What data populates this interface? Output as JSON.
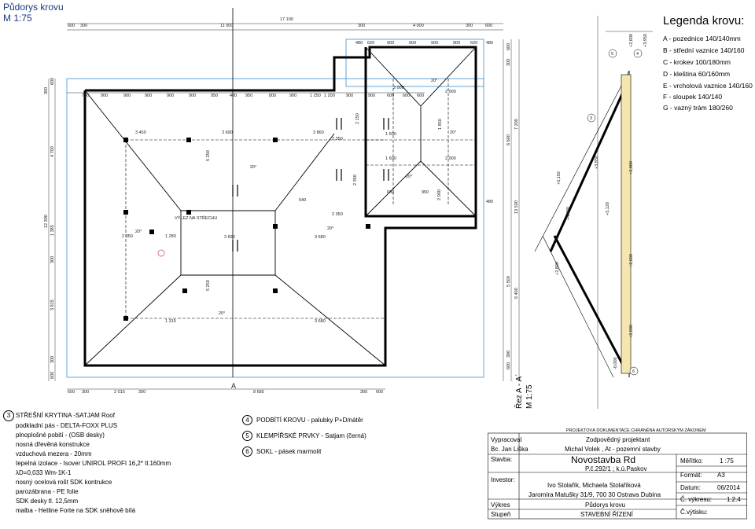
{
  "title": {
    "line1": "Půdorys krovu",
    "line2": "M 1:75"
  },
  "legend": {
    "heading": "Legenda krovu:",
    "items": [
      "A - pozednice 140/140mm",
      "B -  střední vaznice 140/160",
      "C - krokev 100/180mm",
      "D - kleština 60/160mm",
      "E - vrcholová vaznice 140/160",
      "F - sloupek 140/140",
      "G - vazný trám 180/260"
    ]
  },
  "plan": {
    "top_dims": [
      "600",
      "300",
      "11 000",
      "17 100",
      "300",
      "4 000",
      "300",
      "600"
    ],
    "top_dims2": [
      "480",
      "620",
      "900",
      "900",
      "900",
      "900",
      "620",
      "480"
    ],
    "row_dims": [
      "750",
      "900",
      "900",
      "900",
      "900",
      "900",
      "950",
      "400",
      "950",
      "800",
      "900",
      "1 250",
      "1 200",
      "900",
      "900",
      "600",
      "600",
      "600"
    ],
    "bottom_dims": [
      "600",
      "300",
      "2 015",
      "300",
      "8 685",
      "300",
      "600"
    ],
    "left_dims": [
      "300",
      "600",
      "4 700",
      "12 300",
      "1 385",
      "300",
      "3 815",
      "300",
      "600"
    ],
    "right_dims": [
      "600",
      "300",
      "7 200",
      "6 600",
      "13 500",
      "5 500",
      "6 400",
      "600",
      "300"
    ],
    "inner_dims": [
      "3 450",
      "3 690",
      "3 860",
      "2 350",
      "2 350",
      "5 250",
      "3 690",
      "3 680",
      "2 350",
      "1 280",
      "2 350",
      "5 250",
      "1 315",
      "3 680",
      "2 000",
      "2 000",
      "1 600",
      "1 600",
      "2 000",
      "2 000",
      "2 150",
      "1 850",
      "540",
      "480",
      "600",
      "950"
    ],
    "angles": [
      "20°",
      "20°",
      "20°",
      "20°",
      "20°",
      "20°",
      "20°"
    ],
    "exit_label": "VÝLEZ NA STŘECHU",
    "section_marker": "A"
  },
  "section": {
    "label": "Řez A - A´",
    "scale": "M 1:75",
    "levels": [
      "+2,600",
      "+3,950",
      "+5,102",
      "+4,680",
      "+5,120",
      "+2,800",
      "+2,600",
      "+2,800",
      "-0,000",
      "+3,850",
      "+2,800"
    ],
    "numbers": [
      "3",
      "4",
      "5",
      "6"
    ]
  },
  "specs": {
    "layer3": [
      "STŘEŠNÍ KRYTINA -SATJAM Roof",
      "podkladní pás - DELTA-FOXX PLUS",
      "plnoplošné pobití - (OSB desky)",
      "nosná dřevěná konstrukce",
      "vzduchová mezera - 20mm",
      "tepelná izolace - Isover UNIROL PROFI 16,2* tl.160mm",
      "λD=0,033 Wm-1K-1",
      "nosný ocelová rošt SDK kontrukce",
      "parozábrana - PE folie",
      "SDK desky tl. 12,5mm",
      "malba - Hetline Forte na SDK sněhově bílá"
    ],
    "num3": "3",
    "num4": "4",
    "layer4": "PODBÍTÍ KROVU - palubky P+D/nátěr",
    "num5": "5",
    "layer5": "KLEMPÍŘSKÉ PRVKY - Satjam (černá)",
    "num6": "6",
    "layer6": "SOKL -  pásek marmolit"
  },
  "titleblock": {
    "header": "PROJEKTOVÁ DOKUMENTACE CHRÁNĚNA AUTORSKÝM ZÁKONEM",
    "vypracoval_label": "Vypracoval",
    "vypracoval": "Bc. Jan Liška",
    "projektant_label": "Zodpovědný projektant",
    "projektant": "Michal Volek , At - pozemní stavby",
    "stavba_label": "Stavba:",
    "stavba": "Novostavba Rd",
    "parcel": "P.č.292/1 ; k.ú.Paskov",
    "investor_label": "Investor:",
    "investor1": "Ivo Stolařík, Michaela Stolaříková",
    "investor2": "Jaromíra Matušky 31/9, 700 30 Ostrava Dubina",
    "vykres_label": "Výkres",
    "vykres": "Půdorys krovu",
    "stupen_label": "Stupeň",
    "stupen": "STAVEBNÍ  ŘÍZENÍ",
    "meritko_label": "Měřítko:",
    "meritko": "1 :75",
    "format_label": "Formát:",
    "format": "A3",
    "datum_label": "Datum:",
    "datum": "06/2014",
    "cvykresu_label": "Č. výkresu:",
    "cvykresu": "1.2.4",
    "cvytisku_label": "Č.výtisku:"
  }
}
